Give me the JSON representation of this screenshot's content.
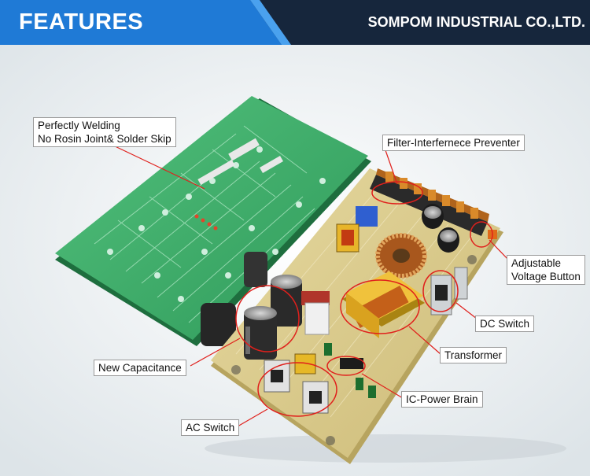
{
  "header": {
    "title": "FEATURES",
    "company": "SOMPOM INDUSTRIAL CO.,LTD."
  },
  "callouts": {
    "welding_line1": "Perfectly Welding",
    "welding_line2": "No Rosin Joint& Solder Skip",
    "filter": "Filter-Interfernece Preventer",
    "adjustable_line1": "Adjustable",
    "adjustable_line2": "Voltage Button",
    "dc_switch": "DC Switch",
    "transformer": "Transformer",
    "new_capacitance": "New Capacitance",
    "ic_power": "IC-Power Brain",
    "ac_switch": "AC Switch"
  },
  "colors": {
    "header_navy": "#16263c",
    "header_blue": "#1f7ad6",
    "pcb_green": "#3fae6a",
    "pcb_cream": "#d8c98a",
    "leader_red": "#e0201c"
  }
}
